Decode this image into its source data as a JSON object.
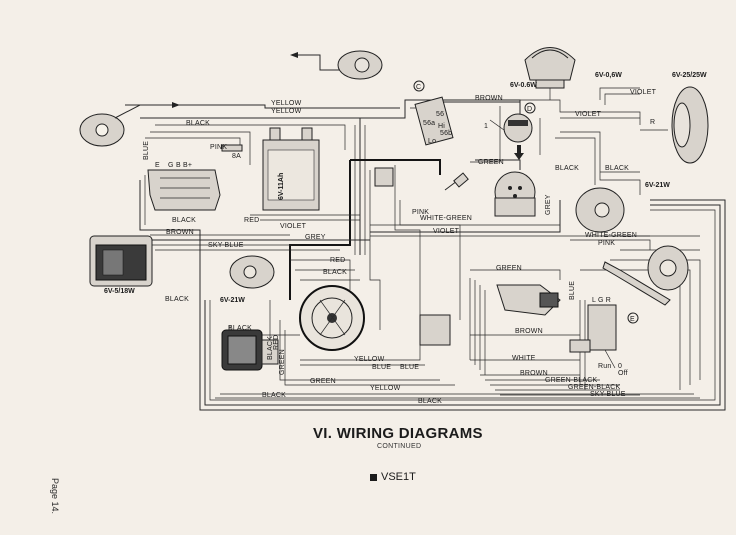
{
  "title": "VI. WIRING DIAGRAMS",
  "subtitle": "CONTINUED",
  "model": "VSE1T",
  "page_label": "Page 14.",
  "wire_labels": {
    "yellow_1": "YELLOW",
    "yellow_2": "YELLOW",
    "black_top": "BLACK",
    "pink": "PINK",
    "brown_top": "BROWN",
    "violet_top": "VIOLET",
    "violet_mid": "VIOLET",
    "green_top": "GREEN",
    "black_right": "BLACK",
    "black_right2": "BLACK",
    "blue_left": "BLUE",
    "black_mid": "BLACK",
    "brown_mid": "BROWN",
    "red_mid": "RED",
    "violet_lower": "VIOLET",
    "grey_mid": "GREY",
    "sky_blue_mid": "SKY-BLUE",
    "pink_green": "PINK",
    "white_green": "WHITE-GREEN",
    "violet_c": "VIOLET",
    "grey_vert": "GREY",
    "white_green_r": "WHITE-GREEN",
    "pink_r": "PINK",
    "black_left_low": "BLACK",
    "red_low": "RED",
    "black_low": "BLACK",
    "green_low": "GREEN",
    "blue_vert": "BLUE",
    "brown_low": "BROWN",
    "white_low": "WHITE",
    "brown_low2": "BROWN",
    "green_black_1": "GREEN-BLACK",
    "green_black_2": "GREEN-BLACK",
    "sky_blue_low": "SKY-BLUE",
    "black_coil": "BLACK",
    "yellow_low": "YELLOW",
    "blue_low": "BLUE",
    "blue_low2": "BLUE",
    "green_bottom": "GREEN",
    "yellow_bottom": "YELLOW",
    "black_bottom1": "BLACK",
    "black_bottom2": "BLACK",
    "green_vert": "GREEN",
    "black_coil2": "BLACK",
    "red_coil": "RED"
  },
  "component_labels": {
    "battery": "6V-11Ah",
    "speedo_bulb": "6V-0.6W",
    "meter_bulb": "6V-0,6W",
    "headlamp_bulb": "6V-25/25W",
    "winker_bulb_r": "6V-21W",
    "winker_bulb_l": "6V-21W",
    "tail_bulb": "6V-5/18W",
    "fuse": "8A",
    "circle_c": "C",
    "circle_d": "D",
    "circle_e": "E",
    "switch_hi": "Hi",
    "switch_lo": "Lo",
    "switch_56": "56",
    "switch_56a": "56a",
    "switch_56b": "56b",
    "run": "Run",
    "off": "Off",
    "zero": "0",
    "one": "1",
    "rect_g": "G",
    "rect_b": "B",
    "rect_e": "E",
    "rect_plus": "B+",
    "lgr": "L G R",
    "kill_r": "R"
  }
}
